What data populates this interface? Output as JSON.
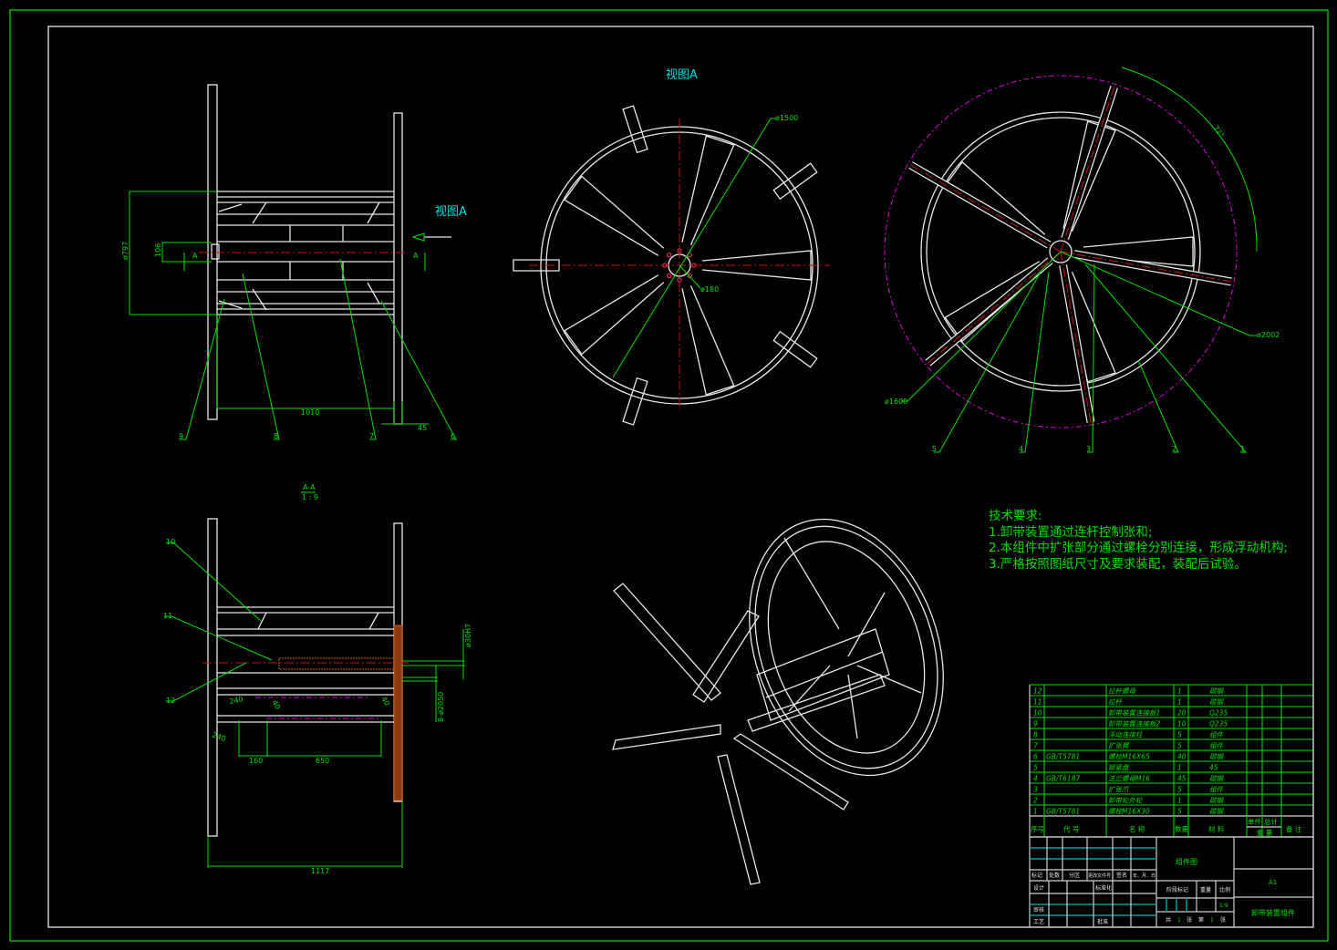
{
  "colors": {
    "background": "#000000",
    "frame": "#00e000",
    "geometry": "#e8e8e8",
    "centerline": "#d01010",
    "phantom": "#e000e0",
    "view_label": "#00e0e0"
  },
  "views": {
    "view_a_label_top": "视图A",
    "view_a_label_side": "视图A",
    "section_label": "A-A",
    "section_scale": "1 : 9",
    "section_marker": "A"
  },
  "dimensions": {
    "side": {
      "dia_797": "ø797",
      "d106": "106",
      "d1010": "1010",
      "d45": "45"
    },
    "front": {
      "dia_1500": "ø1500",
      "dia_180": "ø180"
    },
    "right": {
      "angle_72": "72°",
      "dia_2002": "ø2002",
      "dia_1600": "ø1600"
    },
    "section": {
      "d160": "160",
      "d650": "650",
      "d1117": "1117",
      "holes": "8-ø2050",
      "d30h7": "ø30H7",
      "d240a": "240",
      "d240b": "240",
      "d40a": "40",
      "d40b": "40"
    }
  },
  "balloons": {
    "side": [
      "9",
      "8",
      "7",
      "6"
    ],
    "right": [
      "5",
      "4",
      "3",
      "2",
      "1"
    ],
    "section": [
      "10",
      "11",
      "12"
    ]
  },
  "tech_requirements": {
    "title": "技术要求:",
    "items": [
      "1.卸带装置通过连杆控制张和;",
      "2.本组件中扩张部分通过螺栓分别连接，形成浮动机构;",
      "3.严格按照图纸尺寸及要求装配，装配后试验。"
    ]
  },
  "bom": {
    "rows": [
      {
        "no": "12",
        "code": "",
        "name": "拉杆螺母",
        "qty": "1",
        "material": "碳钢"
      },
      {
        "no": "11",
        "code": "",
        "name": "拉杆",
        "qty": "1",
        "material": "碳钢"
      },
      {
        "no": "10",
        "code": "",
        "name": "卸带装置连接板1",
        "qty": "20",
        "material": "Q235"
      },
      {
        "no": "9",
        "code": "",
        "name": "卸带装置连接板2",
        "qty": "10",
        "material": "Q235"
      },
      {
        "no": "8",
        "code": "",
        "name": "浮动连接柱",
        "qty": "5",
        "material": "组件"
      },
      {
        "no": "7",
        "code": "",
        "name": "扩张臂",
        "qty": "5",
        "material": "组件"
      },
      {
        "no": "6",
        "code": "GB/T5781",
        "name": "螺栓M16X65",
        "qty": "40",
        "material": "碳钢"
      },
      {
        "no": "5",
        "code": "",
        "name": "锁紧盘",
        "qty": "1",
        "material": "45"
      },
      {
        "no": "4",
        "code": "GB/T6187",
        "name": "法兰螺母M16",
        "qty": "45",
        "material": "碳钢"
      },
      {
        "no": "3",
        "code": "",
        "name": "扩张爪",
        "qty": "5",
        "material": "组件"
      },
      {
        "no": "2",
        "code": "",
        "name": "卸带轮外轮",
        "qty": "1",
        "material": "碳钢"
      },
      {
        "no": "1",
        "code": "GB/T5781",
        "name": "螺栓M16X30",
        "qty": "5",
        "material": "碳钢"
      }
    ],
    "header": {
      "no": "序号",
      "code": "代 号",
      "name": "名 称",
      "qty": "数量",
      "material": "材 料",
      "unit": "单件",
      "total": "总计",
      "weight": "重 量",
      "remark": "备 注"
    }
  },
  "title_block": {
    "drawing_type": "组件图",
    "sheet_size": "A1",
    "drawing_name": "卸带装置组件",
    "change_headers": [
      "标记",
      "处数",
      "分区",
      "更改文件号",
      "签名",
      "年、月、日"
    ],
    "design": "设计",
    "standardization": "标准化",
    "review": "审核",
    "process": "工艺",
    "approve": "批准",
    "stage_mark": "阶段标记",
    "weight": "重量",
    "scale_label": "比例",
    "scale": "1:9",
    "sheets_total_label": "共",
    "sheets_total": "1",
    "sheet_unit1": "张",
    "sheet_no_label": "第",
    "sheet_no": "1",
    "sheet_unit2": "张"
  }
}
